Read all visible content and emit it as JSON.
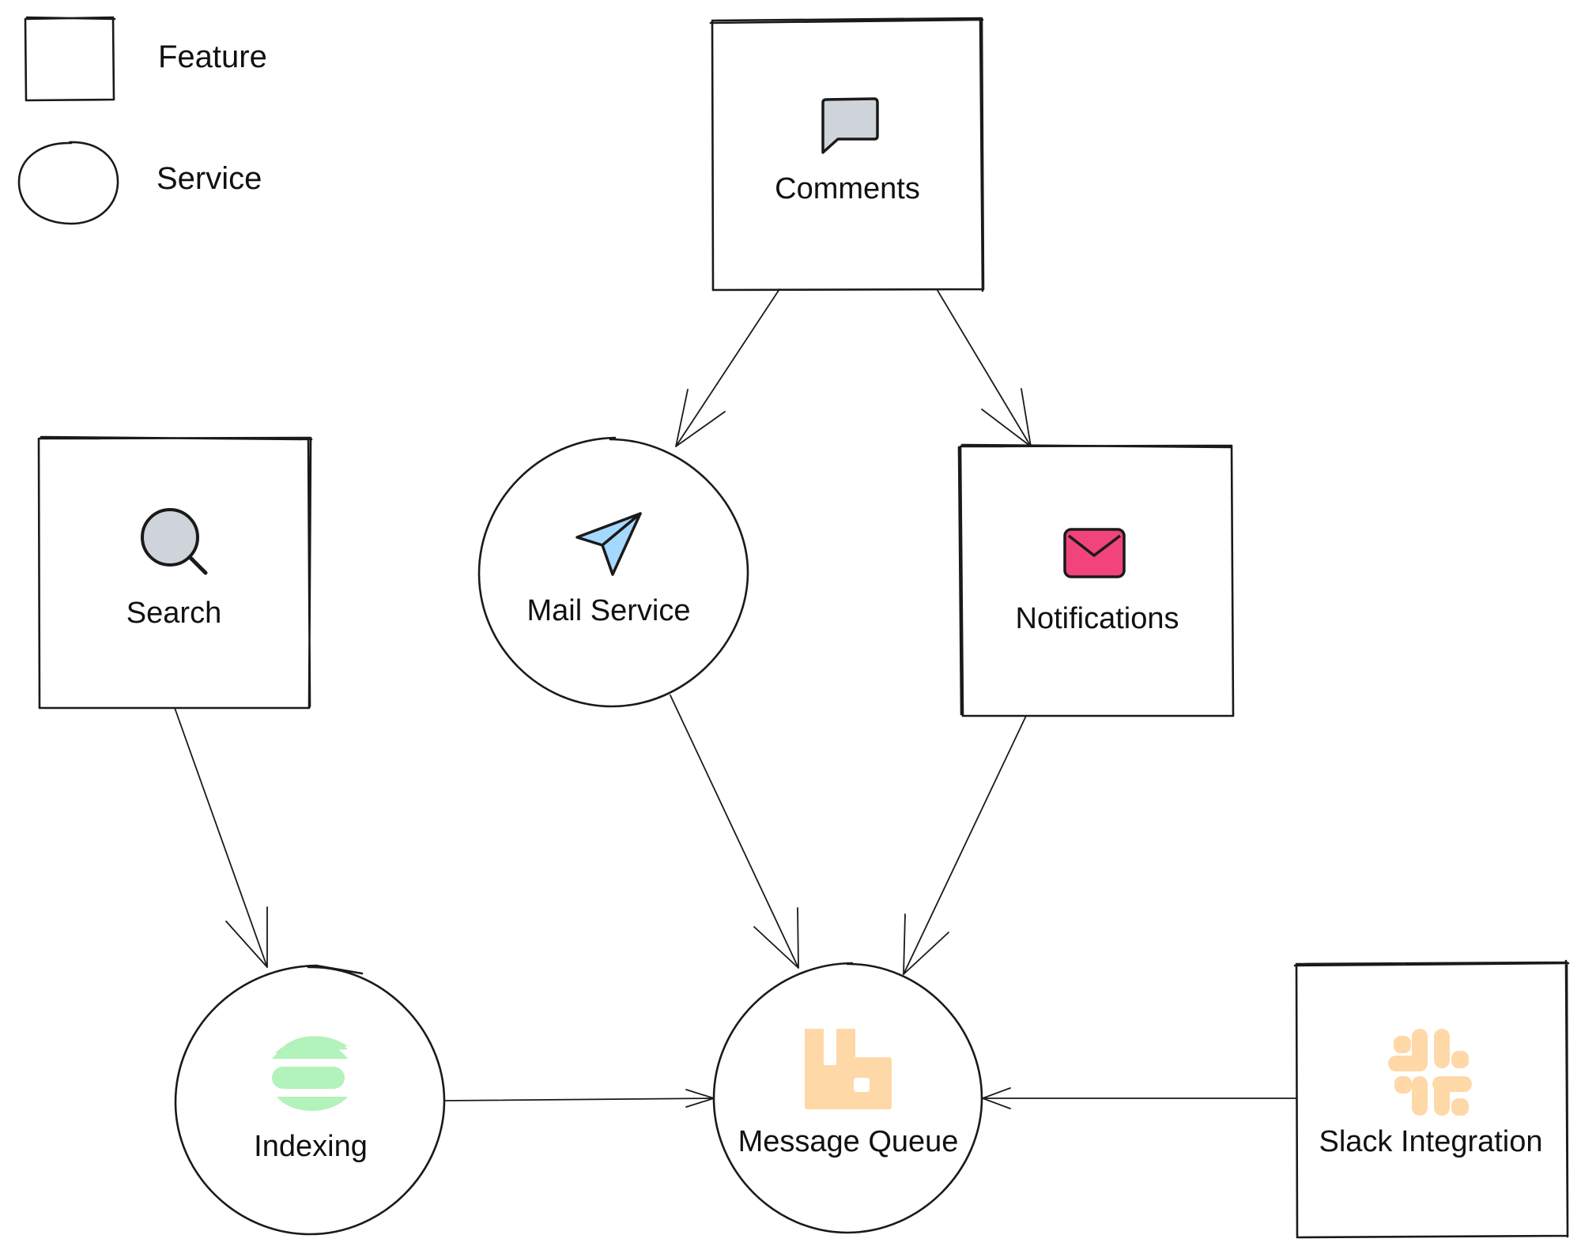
{
  "legend": {
    "feature_label": "Feature",
    "service_label": "Service"
  },
  "nodes": {
    "comments": {
      "label": "Comments",
      "kind": "feature",
      "icon": "speech-bubble-icon"
    },
    "search": {
      "label": "Search",
      "kind": "feature",
      "icon": "magnifier-icon"
    },
    "mail_service": {
      "label": "Mail Service",
      "kind": "service",
      "icon": "paper-plane-icon"
    },
    "notifications": {
      "label": "Notifications",
      "kind": "feature",
      "icon": "envelope-icon"
    },
    "indexing": {
      "label": "Indexing",
      "kind": "service",
      "icon": "elasticsearch-icon"
    },
    "message_queue": {
      "label": "Message Queue",
      "kind": "service",
      "icon": "rabbitmq-icon"
    },
    "slack_integration": {
      "label": "Slack Integration",
      "kind": "feature",
      "icon": "slack-icon"
    }
  },
  "edges": [
    {
      "from": "comments",
      "to": "mail_service"
    },
    {
      "from": "comments",
      "to": "notifications"
    },
    {
      "from": "search",
      "to": "indexing"
    },
    {
      "from": "mail_service",
      "to": "message_queue"
    },
    {
      "from": "notifications",
      "to": "message_queue"
    },
    {
      "from": "indexing",
      "to": "message_queue"
    },
    {
      "from": "slack_integration",
      "to": "message_queue"
    }
  ],
  "colors": {
    "stroke": "#1a1a1a",
    "speech_bubble": "#ced4da",
    "magnifier": "#ced4da",
    "paper_plane": "#a5d8ff",
    "envelope": "#f0447a",
    "elasticsearch": "#b2f2bb",
    "rabbitmq": "#ffd8a8",
    "slack": "#ffd8a8"
  }
}
